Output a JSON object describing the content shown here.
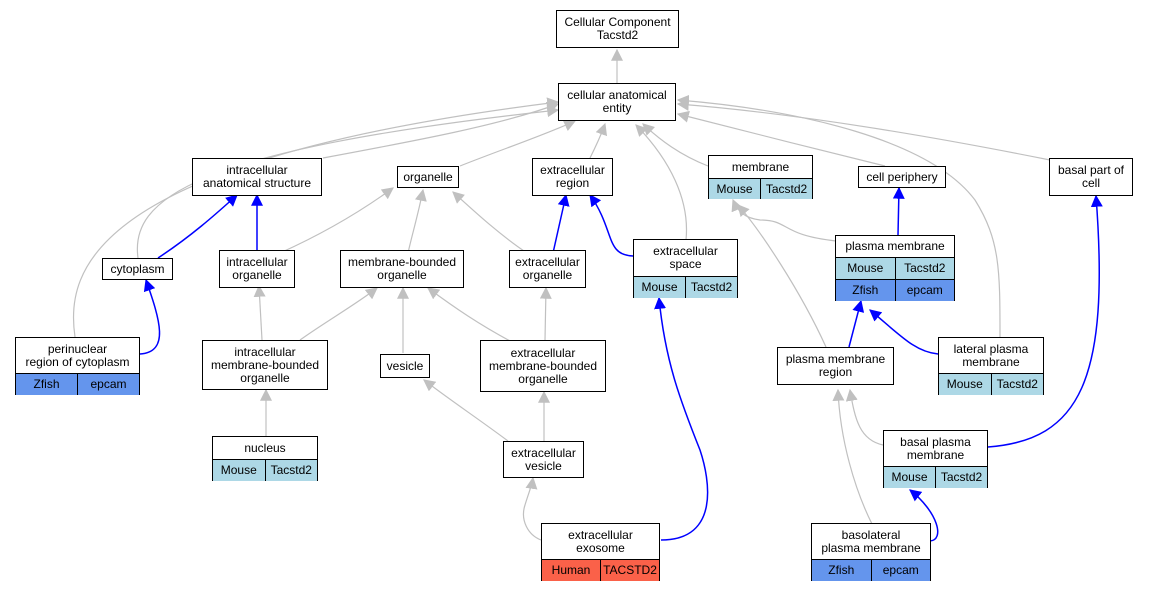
{
  "colors": {
    "is_a_edge": "#c0c0c0",
    "part_of_edge": "#0000ff",
    "mouse": "#add8e6",
    "zfish": "#6495ed",
    "human": "#fa6149"
  },
  "nodes": {
    "root": {
      "label": "Cellular Component\nTacstd2"
    },
    "cae": {
      "label": "cellular anatomical\nentity"
    },
    "ias": {
      "label": "intracellular\nanatomical structure"
    },
    "organelle": {
      "label": "organelle"
    },
    "exreg": {
      "label": "extracellular\nregion"
    },
    "membrane": {
      "label": "membrane",
      "species": "Mouse",
      "gene": "Tacstd2"
    },
    "periph": {
      "label": "cell periphery"
    },
    "basalpart": {
      "label": "basal part of\ncell"
    },
    "cytoplasm": {
      "label": "cytoplasm"
    },
    "intorg": {
      "label": "intracellular\norganelle"
    },
    "mbo": {
      "label": "membrane-bounded\norganelle"
    },
    "exorg": {
      "label": "extracellular\norganelle"
    },
    "exspace": {
      "label": "extracellular\nspace",
      "species": "Mouse",
      "gene": "Tacstd2"
    },
    "pm": {
      "label": "plasma membrane",
      "rows": [
        {
          "species": "Mouse",
          "gene": "Tacstd2"
        },
        {
          "species": "Zfish",
          "gene": "epcam"
        }
      ]
    },
    "perinuc": {
      "label": "perinuclear\nregion of cytoplasm",
      "species": "Zfish",
      "gene": "epcam"
    },
    "imbo": {
      "label": "intracellular\nmembrane-bounded\norganelle"
    },
    "vesicle": {
      "label": "vesicle"
    },
    "embo": {
      "label": "extracellular\nmembrane-bounded\norganelle"
    },
    "pmr": {
      "label": "plasma membrane\nregion"
    },
    "latpm": {
      "label": "lateral plasma\nmembrane",
      "species": "Mouse",
      "gene": "Tacstd2"
    },
    "nucleus": {
      "label": "nucleus",
      "species": "Mouse",
      "gene": "Tacstd2"
    },
    "exves": {
      "label": "extracellular\nvesicle"
    },
    "basalpm": {
      "label": "basal plasma\nmembrane",
      "species": "Mouse",
      "gene": "Tacstd2"
    },
    "exosome": {
      "label": "extracellular\nexosome",
      "species": "Human",
      "gene": "TACSTD2"
    },
    "basolat": {
      "label": "basolateral\nplasma membrane",
      "species": "Zfish",
      "gene": "epcam"
    }
  }
}
